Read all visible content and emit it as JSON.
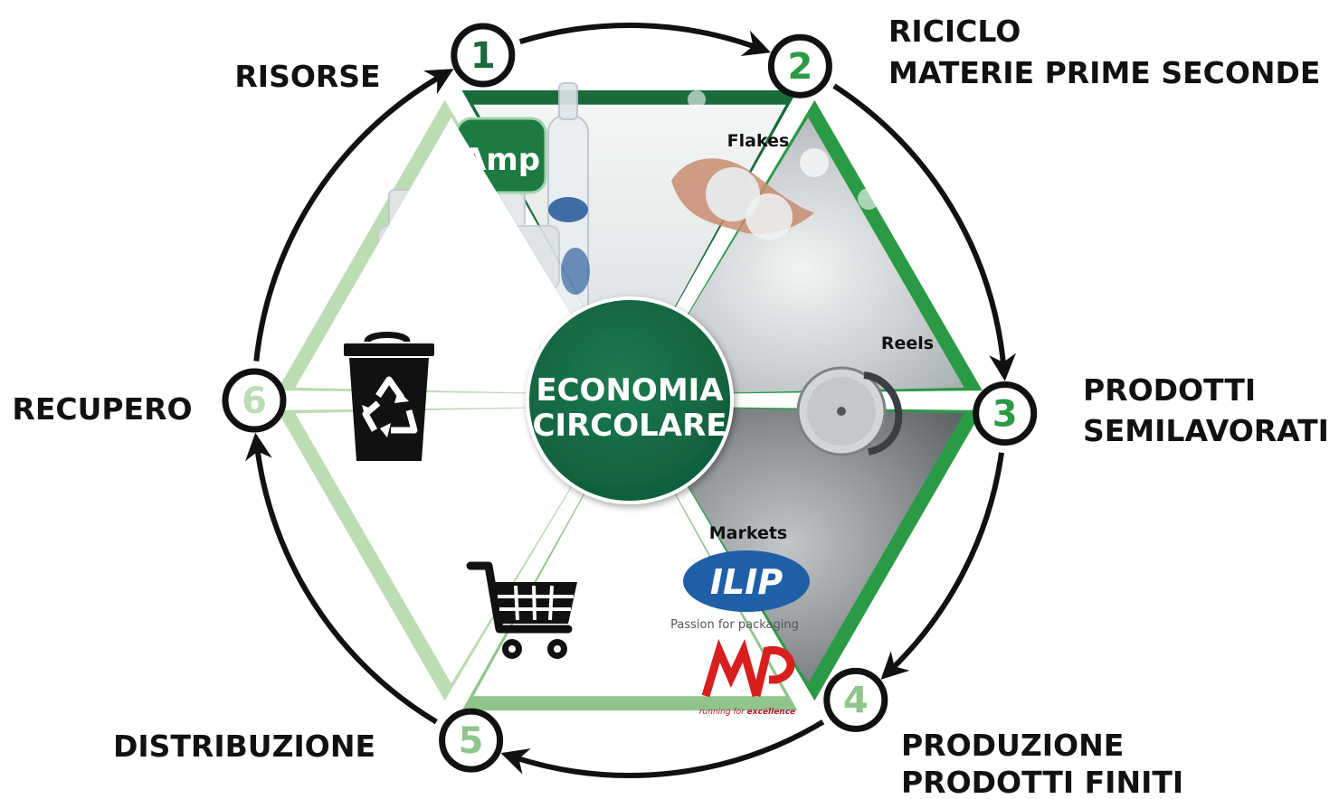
{
  "title": "",
  "center": {
    "line1": "ECONOMIA",
    "line2": "CIRCOLARE"
  },
  "colors": {
    "dark_green": "#1a6b3c",
    "mid_green": "#2a9a45",
    "light_green": "#8fc48a",
    "pale_green": "#bcdcb4",
    "center_green": "#146b45",
    "red": "#d81e1e"
  },
  "steps": [
    {
      "number": "1",
      "label_lines": [
        "RISORSE"
      ]
    },
    {
      "number": "2",
      "label_lines": [
        "RICICLO",
        "MATERIE PRIME SECONDE"
      ]
    },
    {
      "number": "3",
      "label_lines": [
        "PRODOTTI",
        "SEMILAVORATI"
      ]
    },
    {
      "number": "4",
      "label_lines": [
        "PRODUZIONE",
        "PRODOTTI FINITI"
      ]
    },
    {
      "number": "5",
      "label_lines": [
        "DISTRIBUZIONE"
      ]
    },
    {
      "number": "6",
      "label_lines": [
        "RECUPERO"
      ]
    }
  ],
  "segments": {
    "resources": {
      "logo_text": "Amp",
      "icon": "plastic-bottles-photo"
    },
    "recycling": {
      "label": "Flakes",
      "icon": "pet-flakes-photo"
    },
    "semi_finished": {
      "label": "Reels",
      "icon": "film-reel-photo"
    },
    "finished": {
      "label": "Markets",
      "ilip_logo_text": "ILIP",
      "ilip_tagline": "Passion for packaging",
      "mp_logo_text": "MP",
      "mp_slogan_a": "running for ",
      "mp_slogan_b": "excellence"
    },
    "distribution": {
      "icon": "shopping-cart-icon"
    },
    "recovery": {
      "icon": "recycle-bin-icon"
    }
  }
}
